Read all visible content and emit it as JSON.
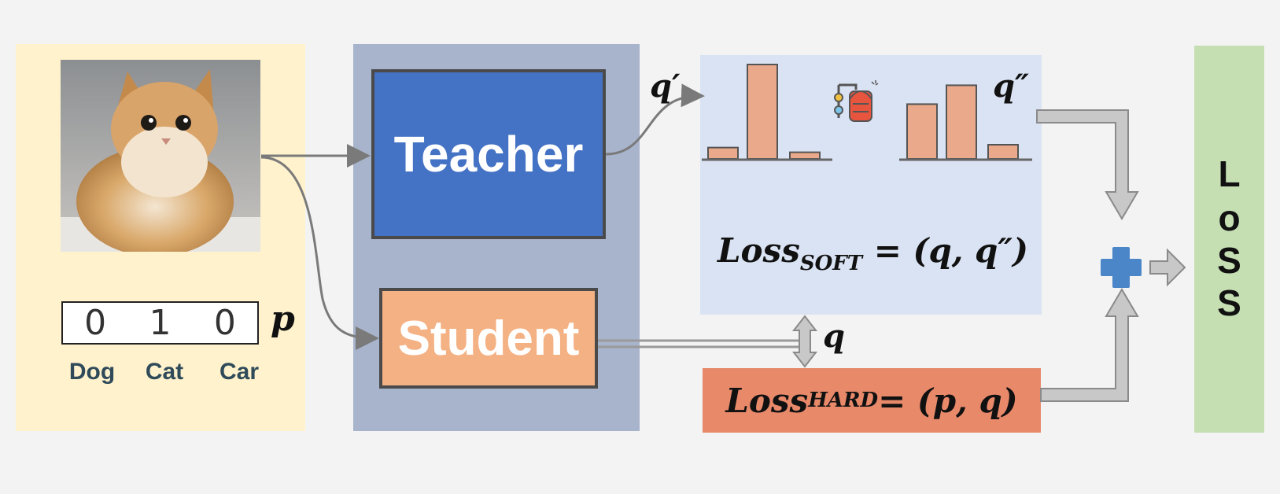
{
  "input": {
    "label_values": [
      "0",
      "1",
      "0"
    ],
    "label_symbol": "p",
    "classes": [
      "Dog",
      "Cat",
      "Car"
    ]
  },
  "models": {
    "teacher": "Teacher",
    "student": "Student"
  },
  "soft_targets": {
    "teacher_output_label": "q′",
    "softened_label": "q″",
    "q_prime_bars": [
      0.12,
      1.0,
      0.07
    ],
    "q_double_prime_bars": [
      0.58,
      0.78,
      0.15
    ],
    "loss_name": "Loss",
    "loss_sub": "SOFT",
    "loss_expr": " = (q, q″)"
  },
  "student_output_label": "q",
  "hard_loss": {
    "loss_name": "Loss",
    "loss_sub": "HARD",
    "loss_expr": " = (p, q)"
  },
  "final_loss_letters": [
    "L",
    "o",
    "S",
    "S"
  ],
  "colors": {
    "input_bg": "#fff2cc",
    "model_bg": "#a8b4cc",
    "teacher": "#4472c4",
    "student": "#f4b183",
    "soft_bg": "#dae3f3",
    "hard_bg": "#e8896a",
    "loss_bg": "#c5dfb3",
    "bar": "#e9a98a",
    "plus": "#4a86c8"
  }
}
